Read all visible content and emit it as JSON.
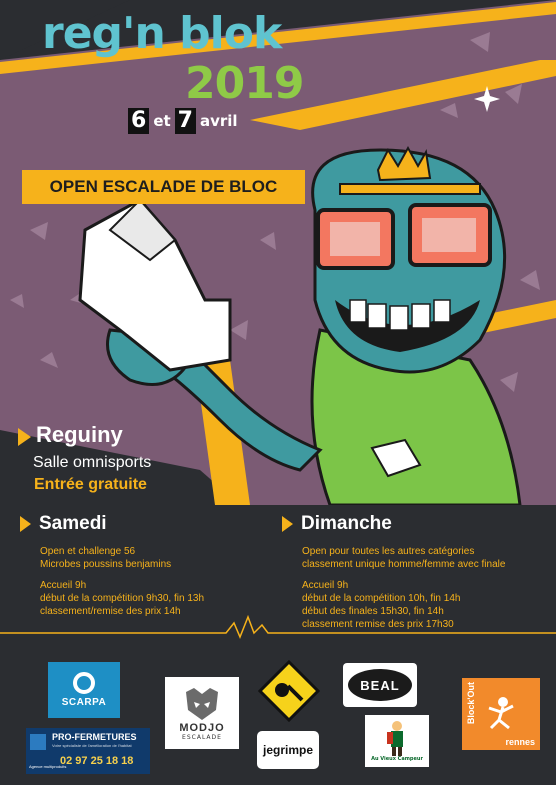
{
  "title": {
    "line1": "reg'n blok",
    "year": "2019"
  },
  "dates": {
    "day1": "6",
    "joiner": "et",
    "day2": "7",
    "month": "avril"
  },
  "banner": "OPEN ESCALADE DE BLOC",
  "venue": {
    "city": "Reguiny",
    "hall": "Salle omnisports",
    "free": "Entrée gratuite"
  },
  "saturday": {
    "heading": "Samedi",
    "lines": [
      "Open et challenge 56",
      "Microbes poussins benjamins",
      "",
      "Accueil 9h",
      "début de la compétition 9h30, fin 13h",
      "classement/remise des prix 14h"
    ]
  },
  "sunday": {
    "heading": "Dimanche",
    "lines": [
      "Open pour toutes les autres catégories",
      "classement unique homme/femme avec finale",
      "",
      "Accueil 9h",
      "début de la compétition 10h, fin 14h",
      "début des finales 15h30, fin 14h",
      "classement remise des prix 17h30"
    ]
  },
  "sponsors": {
    "scarpa": "SCARPA",
    "modjo": "MODJO",
    "modjo_sub": "ESCALADE",
    "jegrimpe": "jegrimpe",
    "beal": "BEAL",
    "campeur": "Au Vieux Campeur",
    "blockout_v": "Block'Out",
    "blockout_city": "rennes",
    "profer_name": "PRO-FERMETURES",
    "profer_tag": "Votre spécialiste de l'amélioration de l'habitat",
    "profer_phone": "02 97 25 18 18",
    "profer_agency": "Agence multiproduits"
  },
  "colors": {
    "background": "#2b2d31",
    "accent": "#f6b21b",
    "purple": "#7a5a73",
    "teal": "#5fc3cf",
    "green": "#8fca47"
  },
  "icons": [
    "sparkle-icon",
    "triangle-bullet-icon",
    "crown-icon"
  ]
}
